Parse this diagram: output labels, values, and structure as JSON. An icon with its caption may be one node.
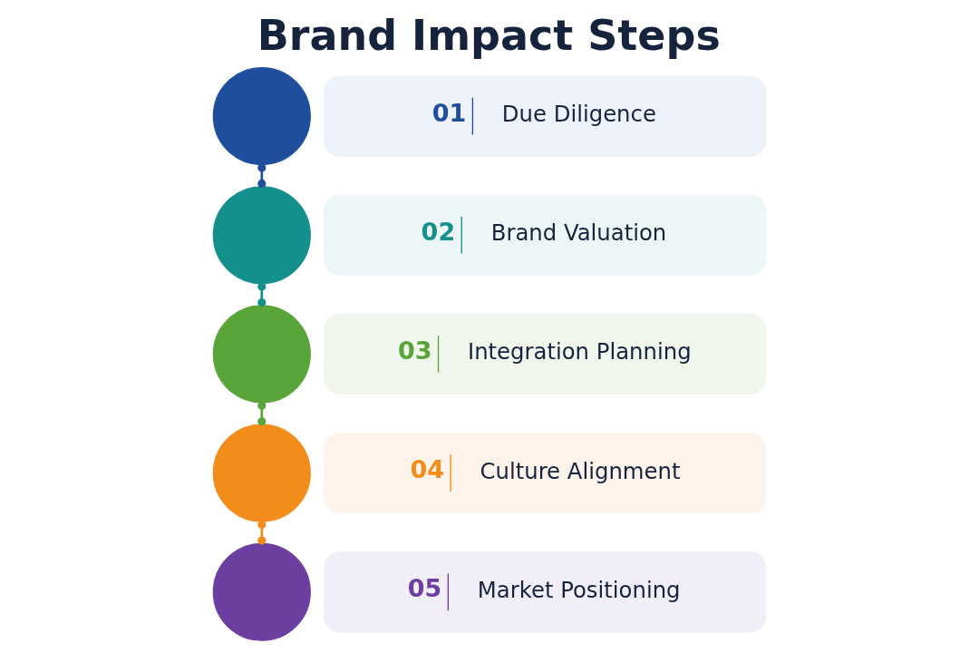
{
  "diagram": {
    "title": "Brand Impact Steps",
    "nodes": [
      {
        "text": [],
        "shape": "circle"
      },
      {
        "text": [
          "01",
          "Due Diligence"
        ]
      },
      {
        "text": [],
        "shape": "circle"
      },
      {
        "text": [
          "02",
          "Brand Valuation"
        ]
      },
      {
        "text": [],
        "shape": "circle"
      },
      {
        "text": [
          "03",
          "Integration Planning"
        ]
      },
      {
        "text": [],
        "shape": "circle"
      },
      {
        "text": [
          "04",
          "Culture Alignment"
        ]
      },
      {
        "text": [],
        "shape": "circle"
      },
      {
        "text": [
          "05",
          "Market Positioning"
        ]
      }
    ],
    "edges": [
      {
        "from": 0,
        "to": 2,
        "arrow": "other",
        "color": "#1f4e9c"
      },
      {
        "from": 2,
        "to": 4,
        "arrow": "other",
        "color": "#138f8c"
      },
      {
        "from": 4,
        "to": 6,
        "arrow": "other",
        "color": "#5aa53a"
      },
      {
        "from": 6,
        "to": 8,
        "arrow": "other",
        "color": "#f28c1b"
      }
    ]
  }
}
